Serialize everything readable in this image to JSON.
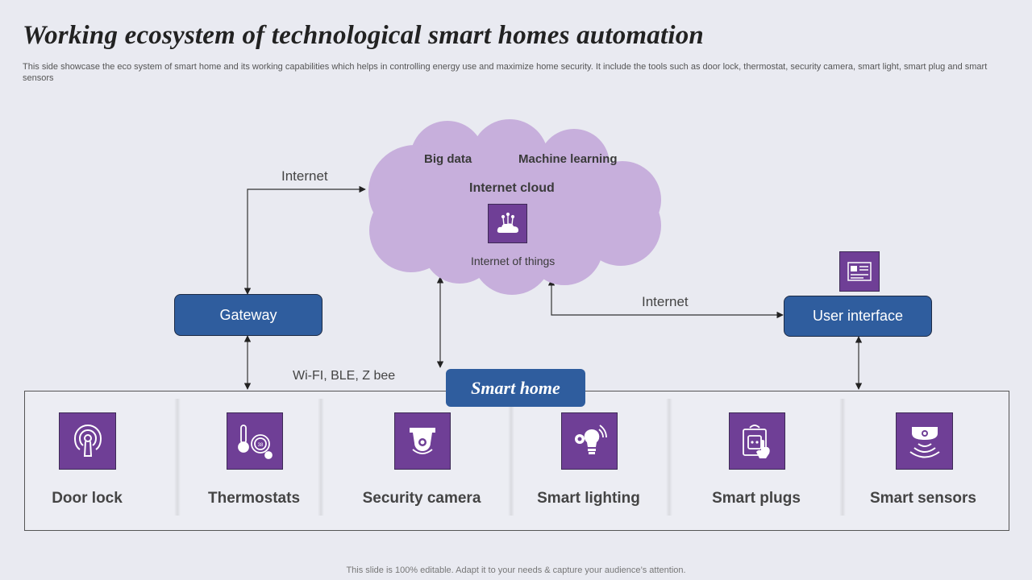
{
  "header": {
    "title": "Working ecosystem of technological smart homes automation",
    "subtitle": "This side showcase the eco system of smart home and its working capabilities which helps in controlling energy use and maximize home security. It include the tools such as door lock, thermostat, security camera, smart light, smart plug and smart sensors"
  },
  "cloud": {
    "big_data": "Big data",
    "machine_learning": "Machine learning",
    "title": "Internet cloud",
    "iot": "Internet of things",
    "icon": "cloud-iot-icon"
  },
  "nodes": {
    "gateway": "Gateway",
    "user_interface": "User interface",
    "user_interface_icon": "dashboard-icon"
  },
  "connections": {
    "internet_left": "Internet",
    "internet_right": "Internet",
    "protocols": "Wi-FI, BLE, Z bee"
  },
  "smart_home": {
    "label": "Smart home",
    "devices": [
      {
        "label": "Door lock",
        "icon": "door-lock-icon"
      },
      {
        "label": "Thermostats",
        "icon": "thermostat-icon"
      },
      {
        "label": "Security camera",
        "icon": "security-camera-icon"
      },
      {
        "label": "Smart lighting",
        "icon": "smart-bulb-icon"
      },
      {
        "label": "Smart plugs",
        "icon": "smart-plug-icon"
      },
      {
        "label": "Smart sensors",
        "icon": "sensor-icon"
      }
    ]
  },
  "colors": {
    "background": "#e9eaf1",
    "cloud": "#c7afdc",
    "node_blue": "#2f5d9e",
    "icon_purple": "#6f3f96"
  },
  "footer": "This slide is 100% editable. Adapt it to your needs & capture your audience’s attention."
}
